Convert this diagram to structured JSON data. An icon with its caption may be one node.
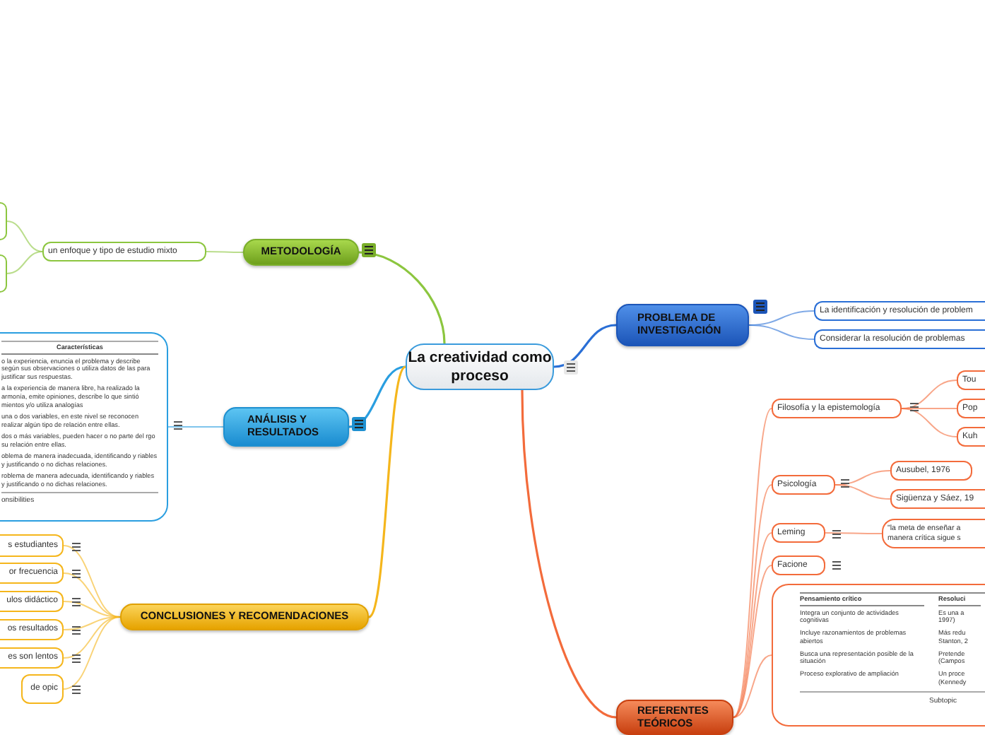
{
  "diagram": {
    "nodes": [
      {
        "text": [
          "La creatividad como proceso"
        ]
      },
      {
        "text": [
          "METODOLOGÍA"
        ]
      },
      {
        "text": [
          "un enfoque y tipo de estudio mixto"
        ]
      },
      {
        "text": [],
        "shape": "box"
      },
      {
        "text": [],
        "shape": "box"
      },
      {
        "text": [
          "ANÁLISIS Y RESULTADOS"
        ]
      },
      {
        "text": [
          "Características",
          "o la experiencia, enuncia el problema y describe según sus observaciones o utiliza datos de las para justificar sus respuestas.",
          "a la experiencia de manera libre, ha realizado la armonía, emite opiniones, describe lo que sintió mientos y/o utiliza analogías",
          "una o dos variables, en este nivel se reconocen realizar algún tipo de relación entre ellas.",
          "dos o más variables, pueden hacer o no parte del rgo su relación entre ellas.",
          "oblema de manera inadecuada, identificando y riables y justificando o no dichas relaciones.",
          "roblema de manera adecuada, identificando y riables y justificando o no dichas relaciones.",
          "onsibilities"
        ]
      },
      {
        "text": [
          "CONCLUSIONES Y RECOMENDACIONES"
        ]
      },
      {
        "text": [
          "s estudiantes"
        ]
      },
      {
        "text": [
          "or frecuencia"
        ]
      },
      {
        "text": [
          "ulos didáctico"
        ]
      },
      {
        "text": [
          "os resultados"
        ]
      },
      {
        "text": [
          "es son lentos"
        ]
      },
      {
        "text": [
          "de opic"
        ]
      },
      {
        "text": [
          "PROBLEMA DE INVESTIGACIÓN"
        ]
      },
      {
        "text": [
          "La identificación y resolución de problem"
        ]
      },
      {
        "text": [
          "Considerar la resolución de problemas"
        ]
      },
      {
        "text": [
          "REFERENTES TEÓRICOS"
        ]
      },
      {
        "text": [
          "Filosofía y la epistemología"
        ]
      },
      {
        "text": [
          "Tou"
        ]
      },
      {
        "text": [
          "Pop"
        ]
      },
      {
        "text": [
          "Kuh"
        ]
      },
      {
        "text": [
          "Psicología"
        ]
      },
      {
        "text": [
          "Ausubel, 1976"
        ]
      },
      {
        "text": [
          "Sigüenza y Sáez, 19"
        ]
      },
      {
        "text": [
          "Leming"
        ]
      },
      {
        "text": [
          "\"la meta de enseñar a manera crítica sigue s"
        ]
      },
      {
        "text": [
          "Facione"
        ]
      },
      {
        "text": [
          "Pensamiento crítico",
          "Resoluci",
          "Integra un conjunto de actividades cognitivas",
          "Es una a 1997)",
          "Incluye razonamientos de problemas abiertos",
          "Más redu Stanton, 2",
          "Busca una representación posible de la situación",
          "Pretende (Campos",
          "Proceso explorativo de ampliación",
          "Un proce (Kennedy",
          "Subtopic"
        ]
      }
    ],
    "edges": [
      {
        "from": 0,
        "to": 1,
        "arrow": "none",
        "color": "#8cc63f"
      },
      {
        "from": 1,
        "to": 2,
        "arrow": "none",
        "color": "#8cc63f"
      },
      {
        "from": 2,
        "to": 3,
        "arrow": "none",
        "color": "#8cc63f"
      },
      {
        "from": 2,
        "to": 4,
        "arrow": "none",
        "color": "#8cc63f"
      },
      {
        "from": 0,
        "to": 5,
        "arrow": "none",
        "color": "#2a9ee0"
      },
      {
        "from": 5,
        "to": 6,
        "arrow": "none",
        "color": "#2a9ee0"
      },
      {
        "from": 0,
        "to": 7,
        "arrow": "none",
        "color": "#f5b61c"
      },
      {
        "from": 7,
        "to": 8,
        "arrow": "none",
        "color": "#f5b61c"
      },
      {
        "from": 7,
        "to": 9,
        "arrow": "none",
        "color": "#f5b61c"
      },
      {
        "from": 7,
        "to": 10,
        "arrow": "none",
        "color": "#f5b61c"
      },
      {
        "from": 7,
        "to": 11,
        "arrow": "none",
        "color": "#f5b61c"
      },
      {
        "from": 7,
        "to": 12,
        "arrow": "none",
        "color": "#f5b61c"
      },
      {
        "from": 7,
        "to": 13,
        "arrow": "none",
        "color": "#f5b61c"
      },
      {
        "from": 0,
        "to": 14,
        "arrow": "none",
        "color": "#2a6fd6"
      },
      {
        "from": 14,
        "to": 15,
        "arrow": "none",
        "color": "#2a6fd6"
      },
      {
        "from": 14,
        "to": 16,
        "arrow": "none",
        "color": "#2a6fd6"
      },
      {
        "from": 0,
        "to": 17,
        "arrow": "none"
      },
      {
        "from": 17,
        "to": 18,
        "arrow": "none"
      },
      {
        "from": 18,
        "to": 19,
        "arrow": "none"
      },
      {
        "from": 18,
        "to": 20,
        "arrow": "none"
      },
      {
        "from": 18,
        "to": 21,
        "arrow": "none"
      },
      {
        "from": 17,
        "to": 22,
        "arrow": "none"
      },
      {
        "from": 22,
        "to": 23,
        "arrow": "none"
      },
      {
        "from": 22,
        "to": 24,
        "arrow": "none"
      },
      {
        "from": 17,
        "to": 25,
        "arrow": "none"
      },
      {
        "from": 25,
        "to": 26,
        "arrow": "none"
      },
      {
        "from": 17,
        "to": 27,
        "arrow": "none"
      },
      {
        "from": 17,
        "to": 28,
        "arrow": "none"
      }
    ]
  }
}
